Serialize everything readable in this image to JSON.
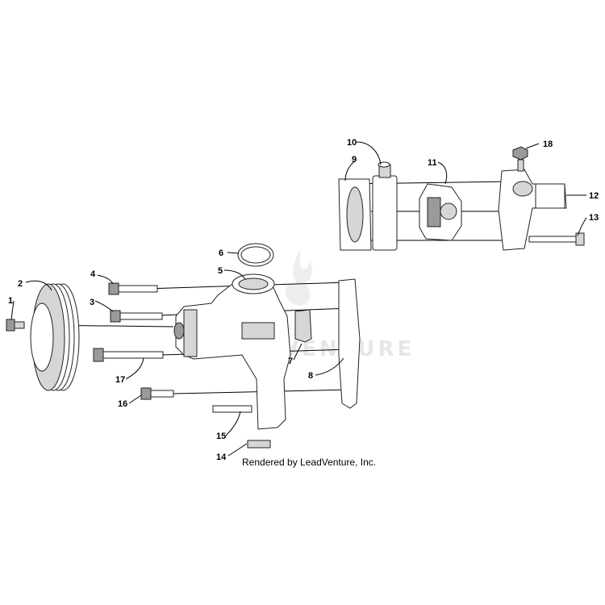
{
  "diagram": {
    "credit": "Rendered by LeadVenture, Inc.",
    "watermark": "LEADVENTURE",
    "callouts": [
      "1",
      "2",
      "3",
      "4",
      "5",
      "6",
      "7",
      "8",
      "9",
      "10",
      "11",
      "12",
      "13",
      "14",
      "15",
      "16",
      "17",
      "18"
    ]
  }
}
